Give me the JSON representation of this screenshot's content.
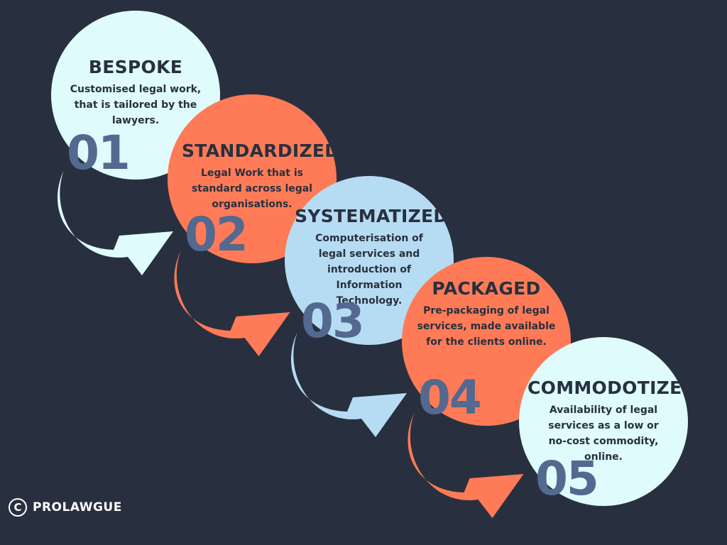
{
  "colors": {
    "background": "#28303f",
    "light_cyan": "#dffbfc",
    "coral": "#ff7b57",
    "light_blue": "#b6dcf3",
    "number": "#53698f",
    "text": "#28303f"
  },
  "stages": [
    {
      "number": "01",
      "title": "BESPOKE",
      "description": "Customised legal work, that is tailored by the lawyers.",
      "color": "#dffbfc"
    },
    {
      "number": "02",
      "title": "STANDARDIZED",
      "description": "Legal Work that is standard across legal organisations.",
      "color": "#ff7b57"
    },
    {
      "number": "03",
      "title": "SYSTEMATIZED",
      "description": "Computerisation of legal services and introduction of Information Technology.",
      "color": "#b6dcf3"
    },
    {
      "number": "04",
      "title": "PACKAGED",
      "description": "Pre-packaging of legal services, made available for the clients online.",
      "color": "#ff7b57"
    },
    {
      "number": "05",
      "title": "COMMODOTIZED",
      "description": "Availability of legal services as a low or no-cost commodity, online.",
      "color": "#dffbfc"
    }
  ],
  "arrows": [
    {
      "from": "01",
      "to": "02",
      "color": "#dffbfc"
    },
    {
      "from": "02",
      "to": "03",
      "color": "#ff7b57"
    },
    {
      "from": "03",
      "to": "04",
      "color": "#b6dcf3"
    },
    {
      "from": "04",
      "to": "05",
      "color": "#ff7b57"
    }
  ],
  "brand": {
    "icon": "copyright-icon",
    "icon_glyph": "C",
    "name": "PROLAWGUE"
  }
}
